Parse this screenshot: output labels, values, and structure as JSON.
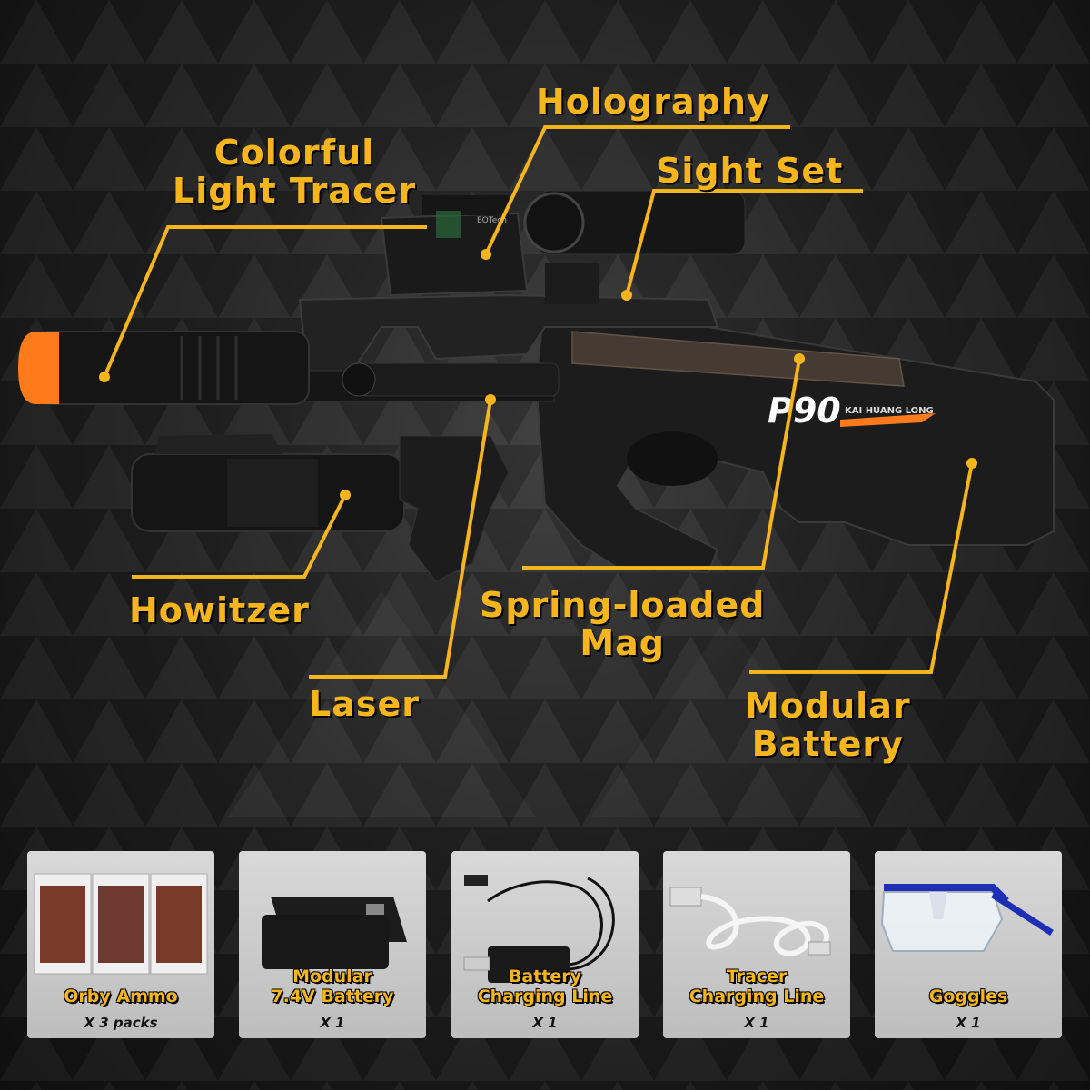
{
  "callouts": {
    "holography": "Holography",
    "light_tracer_1": "Colorful",
    "light_tracer_2": "Light Tracer",
    "sight_set": "Sight Set",
    "howitzer": "Howitzer",
    "mag_1": "Spring-loaded",
    "mag_2": "Mag",
    "laser": "Laser",
    "battery_1": "Modular",
    "battery_2": "Battery"
  },
  "gun": {
    "model_text": "P90",
    "brand_text": "KAI HUANG LONG",
    "sight_brand": "EOTech"
  },
  "items": [
    {
      "name_1": "Orby Ammo",
      "name_2": "",
      "qty": "X 3 packs"
    },
    {
      "name_1": "Modular",
      "name_2": "7.4V Battery",
      "qty": "X 1"
    },
    {
      "name_1": "Battery",
      "name_2": "Charging Line",
      "qty": "X 1"
    },
    {
      "name_1": "Tracer",
      "name_2": "Charging Line",
      "qty": "X 1"
    },
    {
      "name_1": "Goggles",
      "name_2": "",
      "qty": "X 1"
    }
  ],
  "colors": {
    "accent": "#f5b51b",
    "background": "#1a1a1a",
    "tile": "#cfcfcf",
    "tracer_orange": "#ff7a1a"
  }
}
